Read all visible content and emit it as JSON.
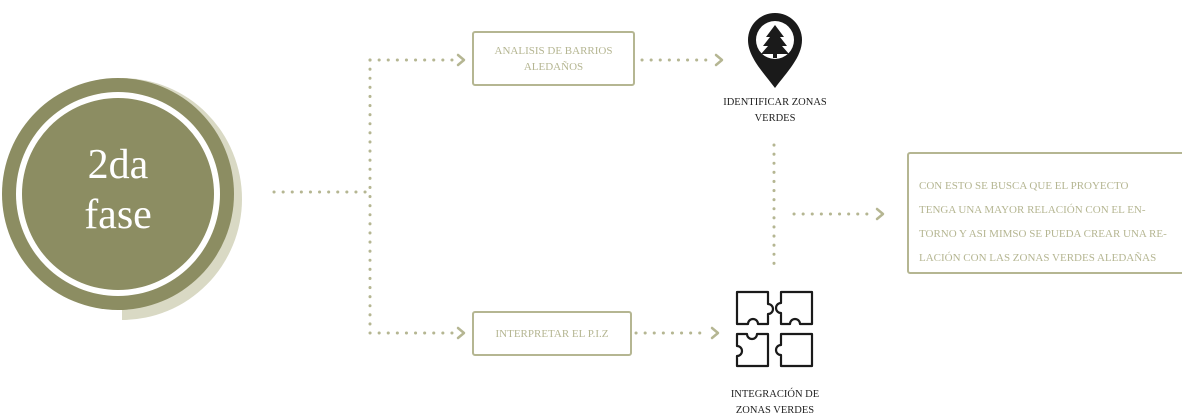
{
  "phase": {
    "line1": "2da",
    "line2": "fase"
  },
  "boxes": {
    "analisis": {
      "line1": "ANALISIS DE BARRIOS",
      "line2": "ALEDAÑOS"
    },
    "interpretar": {
      "label": "INTERPRETAR EL P.I.Z"
    }
  },
  "nodes": {
    "zonas_verdes": {
      "line1": "IDENTIFICAR ZONAS",
      "line2": "VERDES",
      "icon": "tree-location-pin-icon"
    },
    "integracion": {
      "line1": "INTEGRACIÓN DE",
      "line2": "ZONAS VERDES",
      "icon": "puzzle-pieces-icon"
    }
  },
  "note": {
    "lines": [
      "CON ESTO SE BUSCA  QUE EL PROYECTO",
      "TENGA UNA MAYOR RELACIÓN CON EL EN-",
      "TORNO Y ASI MIMSO SE PUEDA CREAR UNA RE-",
      "LACIÓN CON LAS ZONAS VERDES ALEDAÑAS"
    ]
  },
  "colors": {
    "olive": "#8c8d62",
    "light_olive": "#d9d9c4",
    "connector": "#b5b692",
    "icon": "#1a1a1a"
  }
}
